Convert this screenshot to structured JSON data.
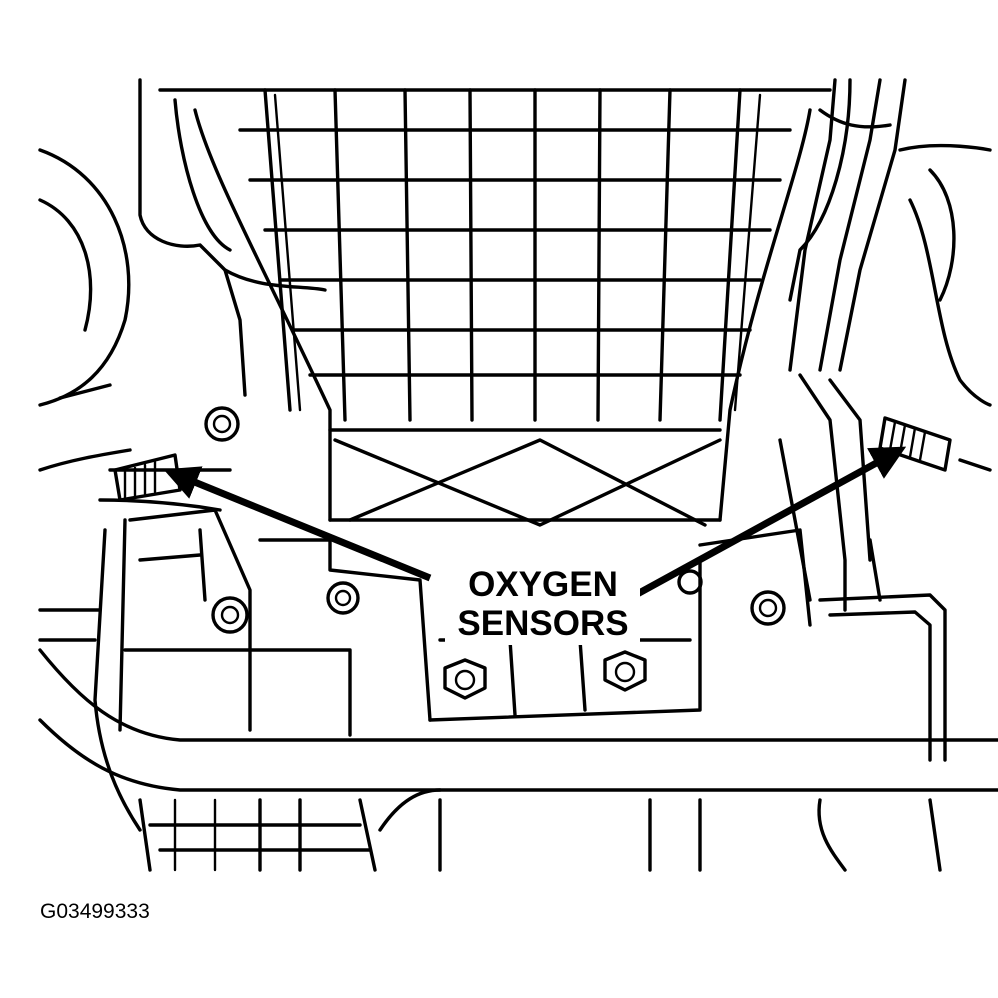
{
  "callout": {
    "line1": "OXYGEN",
    "line2": "SENSORS"
  },
  "figure_id": "G03499333"
}
